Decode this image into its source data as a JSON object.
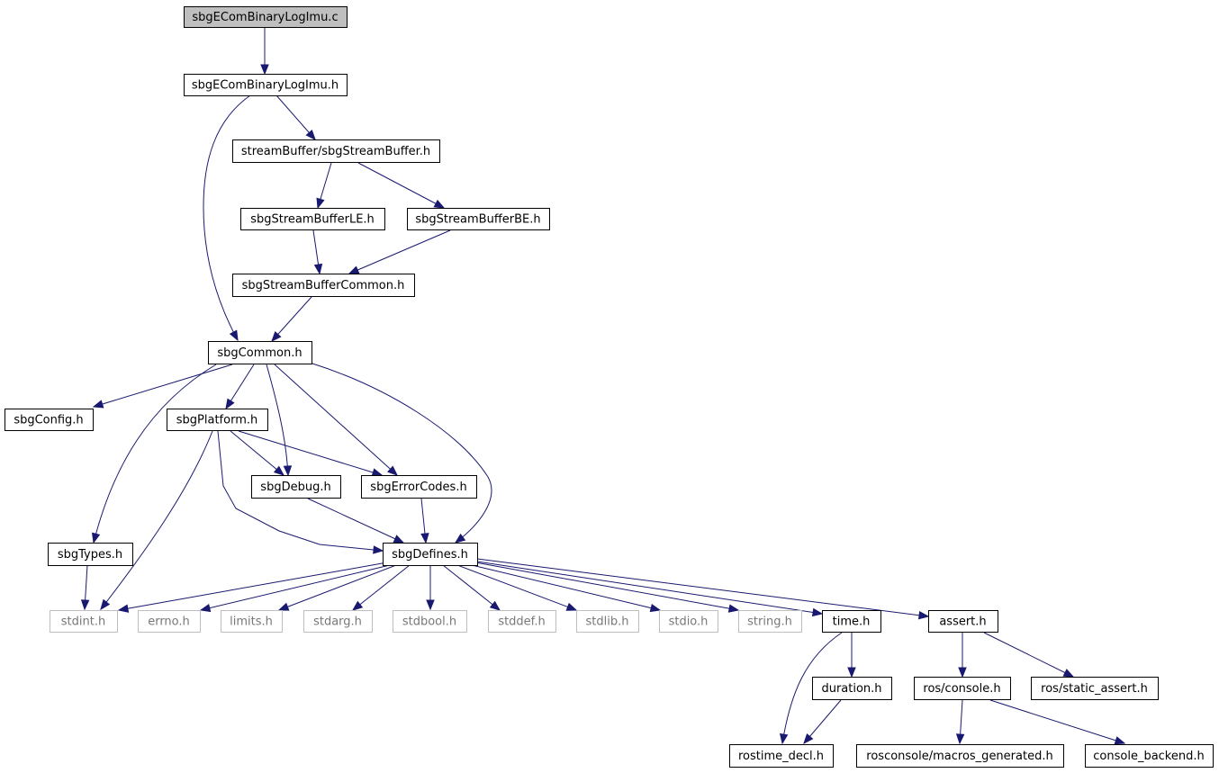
{
  "diagram": {
    "colors": {
      "edge": "#191970",
      "root_fill": "#bfbfbf",
      "node_border": "#000000",
      "external_border": "#bfbfbf",
      "external_text": "#777777"
    },
    "nodes": [
      {
        "id": "root",
        "label": "sbgEComBinaryLogImu.c",
        "kind": "root"
      },
      {
        "id": "binlog_h",
        "label": "sbgEComBinaryLogImu.h",
        "kind": "internal"
      },
      {
        "id": "stream_buffer",
        "label": "streamBuffer/sbgStreamBuffer.h",
        "kind": "internal"
      },
      {
        "id": "stream_le",
        "label": "sbgStreamBufferLE.h",
        "kind": "internal"
      },
      {
        "id": "stream_be",
        "label": "sbgStreamBufferBE.h",
        "kind": "internal"
      },
      {
        "id": "stream_common",
        "label": "sbgStreamBufferCommon.h",
        "kind": "internal"
      },
      {
        "id": "common",
        "label": "sbgCommon.h",
        "kind": "internal"
      },
      {
        "id": "config",
        "label": "sbgConfig.h",
        "kind": "internal"
      },
      {
        "id": "platform",
        "label": "sbgPlatform.h",
        "kind": "internal"
      },
      {
        "id": "debug",
        "label": "sbgDebug.h",
        "kind": "internal"
      },
      {
        "id": "error_codes",
        "label": "sbgErrorCodes.h",
        "kind": "internal"
      },
      {
        "id": "types",
        "label": "sbgTypes.h",
        "kind": "internal"
      },
      {
        "id": "defines",
        "label": "sbgDefines.h",
        "kind": "internal"
      },
      {
        "id": "stdint",
        "label": "stdint.h",
        "kind": "external"
      },
      {
        "id": "errno",
        "label": "errno.h",
        "kind": "external"
      },
      {
        "id": "limits",
        "label": "limits.h",
        "kind": "external"
      },
      {
        "id": "stdarg",
        "label": "stdarg.h",
        "kind": "external"
      },
      {
        "id": "stdbool",
        "label": "stdbool.h",
        "kind": "external"
      },
      {
        "id": "stddef",
        "label": "stddef.h",
        "kind": "external"
      },
      {
        "id": "stdlib",
        "label": "stdlib.h",
        "kind": "external"
      },
      {
        "id": "stdio",
        "label": "stdio.h",
        "kind": "external"
      },
      {
        "id": "string",
        "label": "string.h",
        "kind": "external"
      },
      {
        "id": "time",
        "label": "time.h",
        "kind": "internal"
      },
      {
        "id": "assert",
        "label": "assert.h",
        "kind": "internal"
      },
      {
        "id": "duration",
        "label": "duration.h",
        "kind": "internal"
      },
      {
        "id": "rostime_decl",
        "label": "rostime_decl.h",
        "kind": "internal"
      },
      {
        "id": "ros_console",
        "label": "ros/console.h",
        "kind": "internal"
      },
      {
        "id": "static_assert",
        "label": "ros/static_assert.h",
        "kind": "internal"
      },
      {
        "id": "macros_generated",
        "label": "rosconsole/macros_generated.h",
        "kind": "internal"
      },
      {
        "id": "console_backend",
        "label": "console_backend.h",
        "kind": "internal"
      }
    ],
    "edges": [
      {
        "from": "root",
        "to": "binlog_h"
      },
      {
        "from": "binlog_h",
        "to": "stream_buffer"
      },
      {
        "from": "binlog_h",
        "to": "common"
      },
      {
        "from": "stream_buffer",
        "to": "stream_le"
      },
      {
        "from": "stream_buffer",
        "to": "stream_be"
      },
      {
        "from": "stream_le",
        "to": "stream_common"
      },
      {
        "from": "stream_be",
        "to": "stream_common"
      },
      {
        "from": "stream_common",
        "to": "common"
      },
      {
        "from": "common",
        "to": "config"
      },
      {
        "from": "common",
        "to": "platform"
      },
      {
        "from": "common",
        "to": "debug"
      },
      {
        "from": "common",
        "to": "error_codes"
      },
      {
        "from": "common",
        "to": "defines"
      },
      {
        "from": "common",
        "to": "types"
      },
      {
        "from": "platform",
        "to": "debug"
      },
      {
        "from": "platform",
        "to": "error_codes"
      },
      {
        "from": "platform",
        "to": "defines"
      },
      {
        "from": "platform",
        "to": "stdint"
      },
      {
        "from": "debug",
        "to": "defines"
      },
      {
        "from": "error_codes",
        "to": "defines"
      },
      {
        "from": "types",
        "to": "stdint"
      },
      {
        "from": "defines",
        "to": "stdint"
      },
      {
        "from": "defines",
        "to": "errno"
      },
      {
        "from": "defines",
        "to": "limits"
      },
      {
        "from": "defines",
        "to": "stdarg"
      },
      {
        "from": "defines",
        "to": "stdbool"
      },
      {
        "from": "defines",
        "to": "stddef"
      },
      {
        "from": "defines",
        "to": "stdlib"
      },
      {
        "from": "defines",
        "to": "stdio"
      },
      {
        "from": "defines",
        "to": "string"
      },
      {
        "from": "defines",
        "to": "time"
      },
      {
        "from": "defines",
        "to": "assert"
      },
      {
        "from": "time",
        "to": "duration"
      },
      {
        "from": "time",
        "to": "rostime_decl"
      },
      {
        "from": "duration",
        "to": "rostime_decl"
      },
      {
        "from": "assert",
        "to": "ros_console"
      },
      {
        "from": "assert",
        "to": "static_assert"
      },
      {
        "from": "ros_console",
        "to": "macros_generated"
      },
      {
        "from": "ros_console",
        "to": "console_backend"
      }
    ]
  }
}
